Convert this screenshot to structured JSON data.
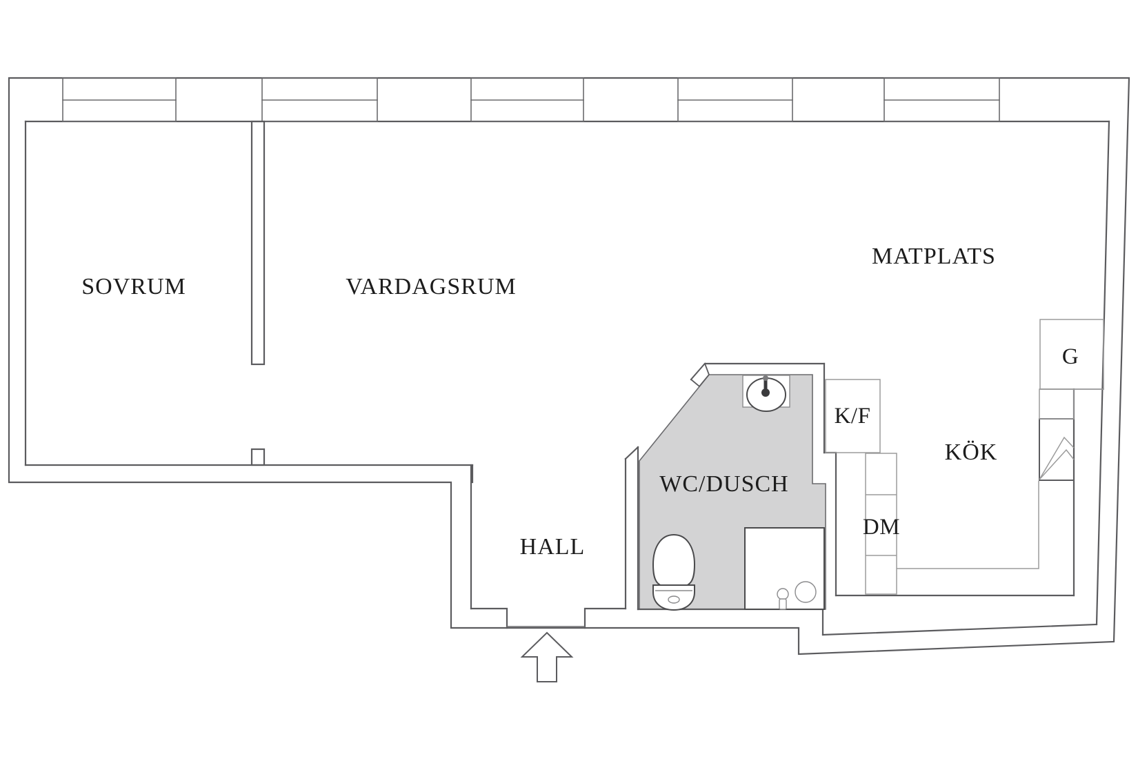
{
  "plan": {
    "type": "apartment-floor-plan",
    "colors": {
      "background": "#ffffff",
      "wall_line": "#5b5b5e",
      "cabinet_line": "#9b9b9b",
      "bathroom_fill": "#d3d3d4",
      "label_text": "#1c1c1c"
    },
    "rooms": {
      "sovrum": {
        "label": "SOVRUM"
      },
      "vardagsrum": {
        "label": "VARDAGSRUM"
      },
      "matplats": {
        "label": "MATPLATS"
      },
      "kok": {
        "label": "KÖK"
      },
      "hall": {
        "label": "HALL"
      },
      "wc_dusch": {
        "label": "WC/DUSCH"
      }
    },
    "fixtures": {
      "kf": {
        "label": "K/F"
      },
      "dm": {
        "label": "DM"
      },
      "g": {
        "label": "G"
      }
    },
    "entrance": {
      "symbol": "arrow-up"
    },
    "window_count": "5"
  }
}
